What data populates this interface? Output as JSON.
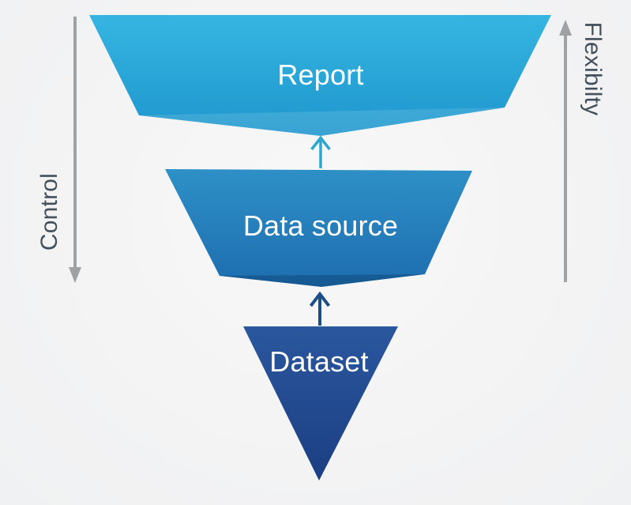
{
  "diagram": {
    "layers": [
      {
        "label": "Report"
      },
      {
        "label": "Data source"
      },
      {
        "label": "Dataset"
      }
    ],
    "left_axis": {
      "label": "Control",
      "direction": "down"
    },
    "right_axis": {
      "label": "Flexibilty",
      "direction": "up"
    }
  },
  "colors": {
    "report_top": "#36b5e1",
    "report_bottom": "#1e96cd",
    "report_fold": "rgba(255,255,255,0.12)",
    "source_top": "#2e90c7",
    "source_bottom": "#1d6dae",
    "source_fold": "rgba(0,25,60,0.24)",
    "dataset_top": "#2a579e",
    "dataset_bottom": "#1c3e82",
    "arrow_to_report": "#2ba7d2",
    "arrow_to_source": "#1d4d87",
    "axis_gray": "#9fa2a5",
    "layer_text": "#ffffff",
    "axis_text": "#42505b"
  }
}
